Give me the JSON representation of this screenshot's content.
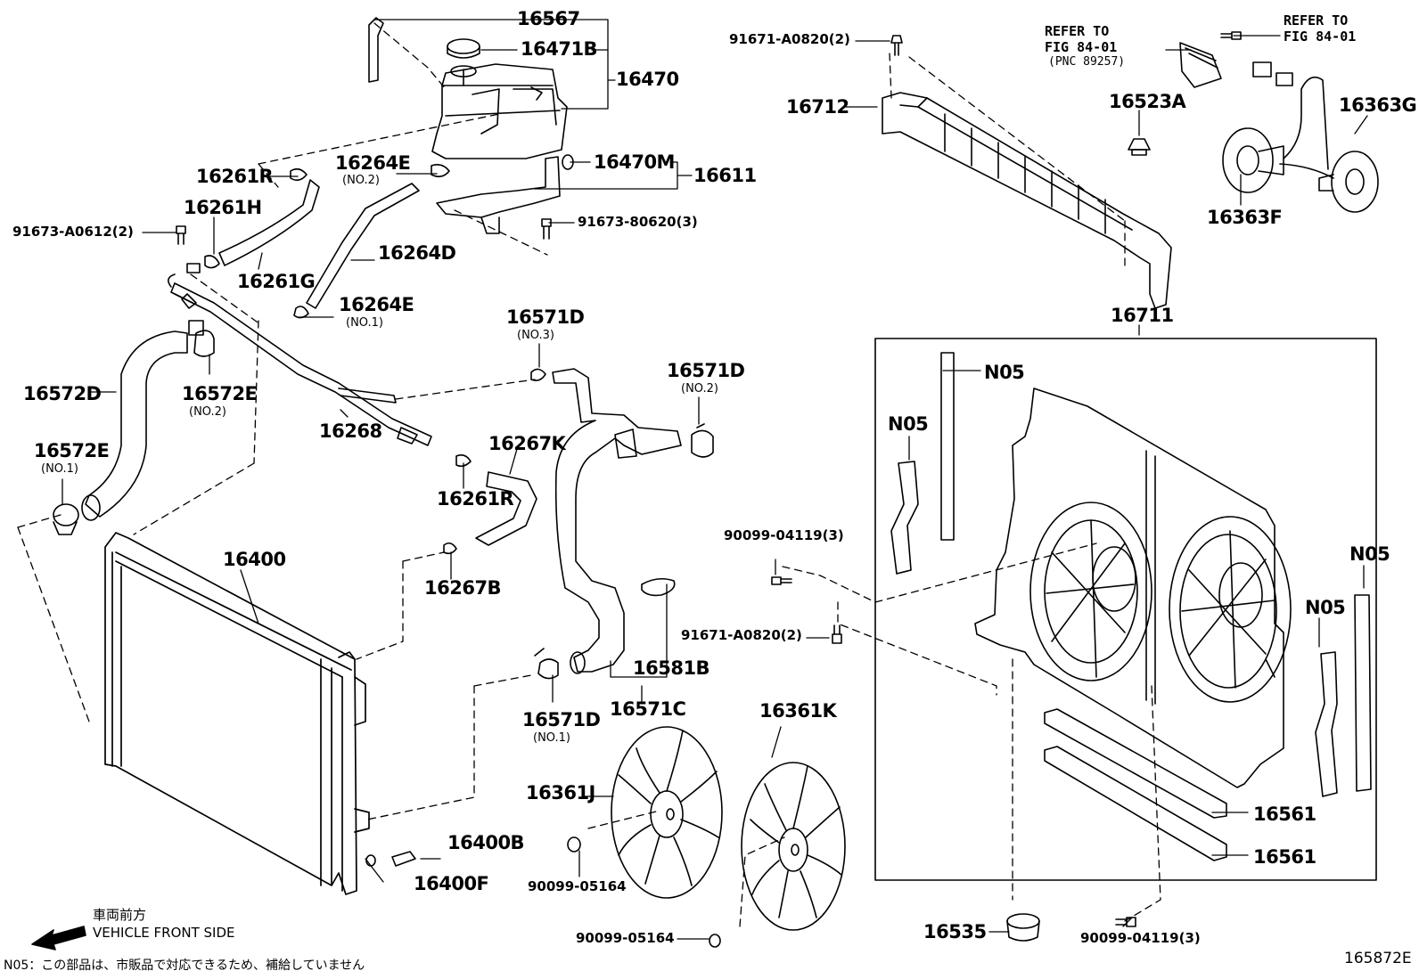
{
  "figure_code": "165872E",
  "labels": {
    "p16567": "16567",
    "p16471B": "16471B",
    "p16470": "16470",
    "p16261R_a": "16261R",
    "p16264E_a": "16264E",
    "p16264E_a_sub": "(NO.2)",
    "p16470M": "16470M",
    "p16611": "16611",
    "p16261H": "16261H",
    "p91673_A0612": "91673-A0612(2)",
    "p91673_80620": "91673-80620(3)",
    "p16264D": "16264D",
    "p16261G": "16261G",
    "p16264E_b": "16264E",
    "p16264E_b_sub": "(NO.1)",
    "p16571D_a": "16571D",
    "p16571D_a_sub": "(NO.3)",
    "p16571D_b": "16571D",
    "p16571D_b_sub": "(NO.2)",
    "p16572D": "16572D",
    "p16572E_a": "16572E",
    "p16572E_a_sub": "(NO.2)",
    "p16268": "16268",
    "p16267K": "16267K",
    "p16572E_b": "16572E",
    "p16572E_b_sub": "(NO.1)",
    "p16261R_b": "16261R",
    "p16400": "16400",
    "p16267B": "16267B",
    "p90099_04119_a": "90099-04119(3)",
    "p91671_A0820_b": "91671-A0820(2)",
    "p16581B": "16581B",
    "p16571D_c": "16571D",
    "p16571D_c_sub": "(NO.1)",
    "p16571C": "16571C",
    "p16361K": "16361K",
    "p16361J": "16361J",
    "p16400B": "16400B",
    "p16400F": "16400F",
    "p90099_05164_a": "90099-05164",
    "p90099_05164_b": "90099-05164",
    "p91671_A0820_a": "91671-A0820(2)",
    "p16712": "16712",
    "p16523A": "16523A",
    "p16363G": "16363G",
    "p16363F": "16363F",
    "p16711": "16711",
    "n05_a": "N05",
    "n05_b": "N05",
    "n05_c": "N05",
    "n05_d": "N05",
    "p16561_a": "16561",
    "p16561_b": "16561",
    "p16535": "16535",
    "p90099_04119_b": "90099-04119(3)"
  },
  "references": {
    "ref1_line1": "REFER TO",
    "ref1_line2": "FIG 84-01",
    "ref1_line3": "(PNC 89257)",
    "ref2_line1": "REFER TO",
    "ref2_line2": "FIG 84-01"
  },
  "notes": {
    "front_jp": "車両前方",
    "front_en": "VEHICLE FRONT SIDE",
    "n05_note": "N05：この部品は、市販品で対応できるため、補給していません"
  }
}
